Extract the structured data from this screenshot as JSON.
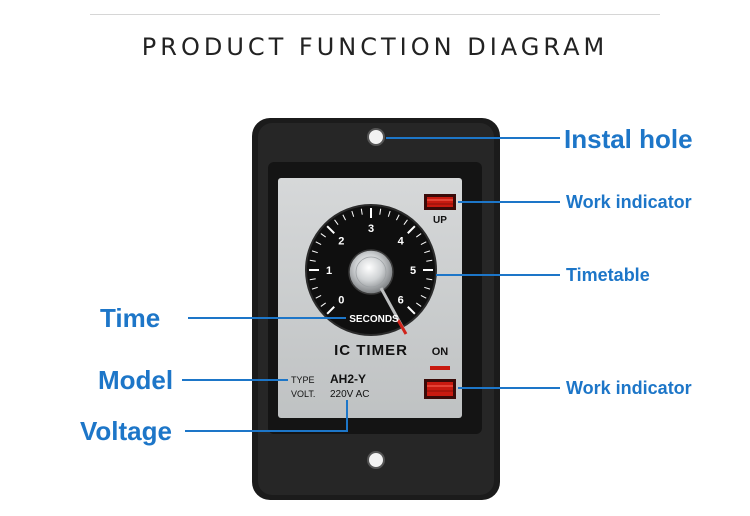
{
  "title": "PRODUCT FUNCTION DIAGRAM",
  "callouts": {
    "instal_hole": "Instal hole",
    "work_indicator_top": "Work indicator",
    "timetable": "Timetable",
    "work_indicator_bottom": "Work indicator",
    "time": "Time",
    "model": "Model",
    "voltage": "Voltage"
  },
  "device": {
    "up_label": "UP",
    "dial_numbers": [
      "0",
      "1",
      "2",
      "3",
      "4",
      "5",
      "6"
    ],
    "seconds_label": "SECONDS",
    "brand": "IC TIMER",
    "on_label": "ON",
    "type_label": "TYPE",
    "type_value": "AH2-Y",
    "volt_label": "VOLT.",
    "volt_value": "220V AC"
  },
  "colors": {
    "callout_text": "#1d76c8",
    "callout_line": "#1d76c8",
    "housing": "#1a1a1a",
    "faceplate": "#c9cbcc",
    "dial": "#0f0f0f",
    "indicator": "#c81a10"
  }
}
